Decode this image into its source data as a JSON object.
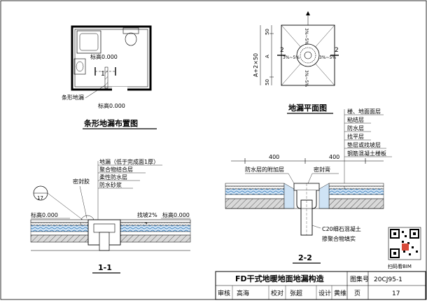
{
  "layout_plan": {
    "title": "条形地漏布置图",
    "elevation_label": "标高0.000",
    "elevation_label_2": "标高0.000",
    "section_marker": "1",
    "drain_label": "条形地漏"
  },
  "drain_plan": {
    "title": "地漏平面图",
    "dim_total": "A+2×50",
    "dim_a": "A",
    "dim_50_top": "50",
    "dim_50_bottom": "50",
    "section_mark": "2",
    "slope_label": "3%~5%"
  },
  "section_1_1": {
    "title": "1-1",
    "layers": [
      "地漏（低于完成面1厚）",
      "聚合物结合层",
      "柔性防水层",
      "防水砂浆"
    ],
    "seal_label": "密封胶",
    "detail_ref": "17",
    "elevation_left": "标高0.000",
    "elevation_right": "标高0.000",
    "slope_label": "找坡2%"
  },
  "section_2_2": {
    "title": "2-2",
    "layers": [
      "楼、地面面层",
      "粘结层",
      "防水层",
      "找平层",
      "垫层或找坡层",
      "钢筋混凝土楼板"
    ],
    "dim_left": "400",
    "dim_right": "400",
    "waterproof_label": "防水层的附加层",
    "sealant_label": "密封膏",
    "fill_label_1": "C20细石混凝土",
    "fill_label_2": "掺聚合物填实"
  },
  "title_block": {
    "main_title": "FD干式地暖地面地漏构造",
    "atlas_label": "图集号",
    "atlas_number": "20CJ95-1",
    "page_label": "页",
    "page_number": "17",
    "review_label": "审核",
    "review_name": "高海",
    "check_label": "校对",
    "check_name": "张超",
    "design_label": "设计",
    "design_name": "黄维"
  },
  "qr": {
    "label": "扫码看BIM"
  },
  "colors": {
    "line": "#000000",
    "water": "#5aa0d8",
    "concrete": "#bdbdbd"
  }
}
